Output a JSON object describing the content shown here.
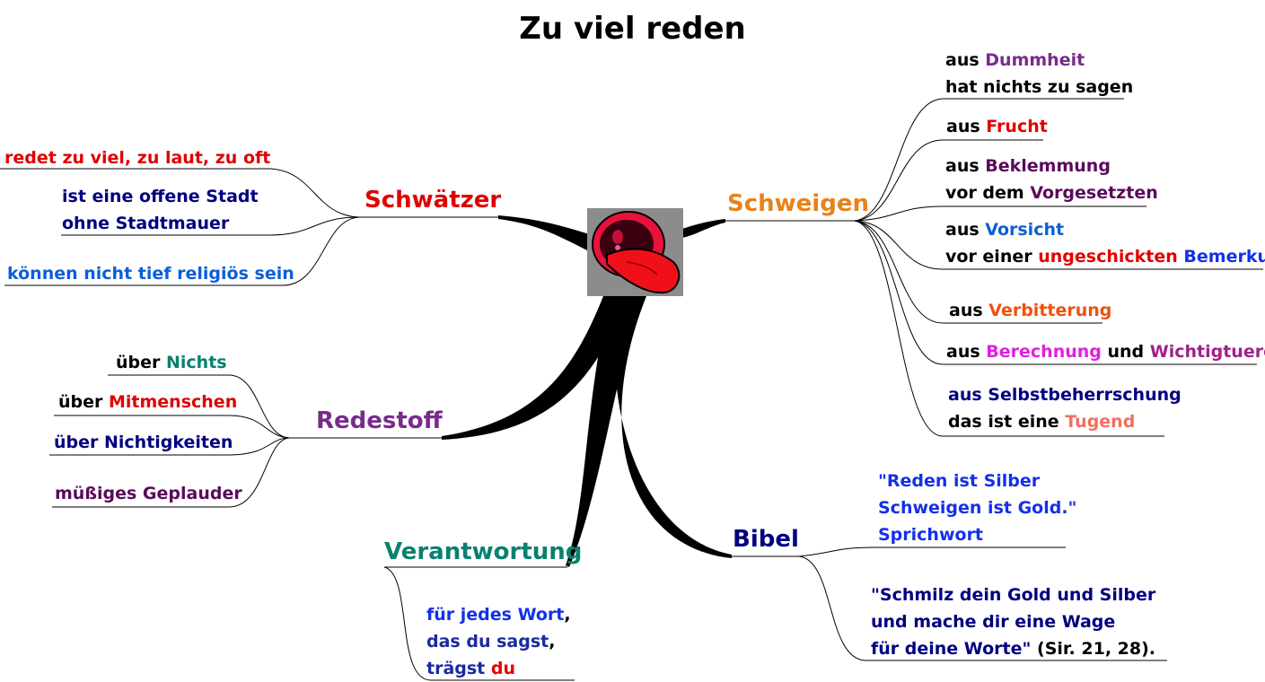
{
  "title": "Zu viel reden",
  "colors": {
    "black": "#000000",
    "red": "#e00000",
    "navy": "#000080",
    "blue": "#0b5fd6",
    "bright_blue": "#1530e8",
    "purple": "#7a2a8c",
    "orange": "#e8821c",
    "teal": "#0a8070",
    "dark_purple": "#5a0a5a",
    "magenta": "#e020e0",
    "violet": "#a0208a",
    "orange_red": "#f05010",
    "salmon": "#f07060",
    "dark_blue": "#1a2aa0"
  },
  "center_icon": "mouth-icon",
  "branches": {
    "schwaetzer": {
      "label": "Schwätzer",
      "color": "#e00000",
      "items": [
        {
          "lines": [
            [
              {
                "t": "redet zu viel, zu laut, zu oft",
                "c": "red"
              }
            ]
          ]
        },
        {
          "lines": [
            [
              {
                "t": "ist eine offene Stadt",
                "c": "navy"
              }
            ],
            [
              {
                "t": "ohne Stadtmauer",
                "c": "navy"
              }
            ]
          ]
        },
        {
          "lines": [
            [
              {
                "t": "können nicht tief religiös sein",
                "c": "blue"
              }
            ]
          ]
        }
      ]
    },
    "redestoff": {
      "label": "Redestoff",
      "color": "#7a2a8c",
      "items": [
        {
          "lines": [
            [
              {
                "t": "über ",
                "c": "black"
              },
              {
                "t": "Nichts",
                "c": "teal"
              }
            ]
          ]
        },
        {
          "lines": [
            [
              {
                "t": "über ",
                "c": "black"
              },
              {
                "t": "Mitmenschen",
                "c": "red"
              }
            ]
          ]
        },
        {
          "lines": [
            [
              {
                "t": "über Nichtigkeiten",
                "c": "navy"
              }
            ]
          ]
        },
        {
          "lines": [
            [
              {
                "t": "müßiges Geplauder",
                "c": "dark_purple"
              }
            ]
          ]
        }
      ]
    },
    "verantwortung": {
      "label": "Verantwortung",
      "color": "#0a8070",
      "items": [
        {
          "lines": [
            [
              {
                "t": "für jedes Wort",
                "c": "bright_blue"
              },
              {
                "t": ",",
                "c": "black"
              }
            ],
            [
              {
                "t": "das du sagst",
                "c": "dark_blue"
              },
              {
                "t": ",",
                "c": "black"
              }
            ],
            [
              {
                "t": "trägst ",
                "c": "dark_blue"
              },
              {
                "t": "du",
                "c": "red"
              }
            ]
          ]
        }
      ]
    },
    "schweigen": {
      "label": "Schweigen",
      "color": "#e8821c",
      "items": [
        {
          "lines": [
            [
              {
                "t": "aus ",
                "c": "black"
              },
              {
                "t": "Dummheit",
                "c": "purple"
              }
            ],
            [
              {
                "t": "hat nichts zu sagen",
                "c": "black"
              }
            ]
          ]
        },
        {
          "lines": [
            [
              {
                "t": "aus ",
                "c": "black"
              },
              {
                "t": "Frucht",
                "c": "red"
              }
            ]
          ]
        },
        {
          "lines": [
            [
              {
                "t": "aus ",
                "c": "black"
              },
              {
                "t": "Beklemmung",
                "c": "dark_purple"
              }
            ],
            [
              {
                "t": "vor dem ",
                "c": "black"
              },
              {
                "t": "Vorgesetzten",
                "c": "dark_purple"
              }
            ]
          ]
        },
        {
          "lines": [
            [
              {
                "t": "aus ",
                "c": "black"
              },
              {
                "t": "Vorsicht",
                "c": "blue"
              }
            ],
            [
              {
                "t": "vor einer ",
                "c": "black"
              },
              {
                "t": "ungeschickten",
                "c": "red"
              },
              {
                "t": " ",
                "c": "black"
              },
              {
                "t": "Bemerkung",
                "c": "bright_blue"
              }
            ]
          ]
        },
        {
          "lines": [
            [
              {
                "t": "aus ",
                "c": "black"
              },
              {
                "t": "Verbitterung",
                "c": "orange_red"
              }
            ]
          ]
        },
        {
          "lines": [
            [
              {
                "t": "aus ",
                "c": "black"
              },
              {
                "t": "Berechnung",
                "c": "magenta"
              },
              {
                "t": " und ",
                "c": "black"
              },
              {
                "t": "Wichtigtuerei",
                "c": "violet"
              }
            ]
          ]
        },
        {
          "lines": [
            [
              {
                "t": "aus Selbstbeherrschung",
                "c": "navy"
              }
            ],
            [
              {
                "t": "das ist eine ",
                "c": "black"
              },
              {
                "t": "Tugend",
                "c": "salmon"
              }
            ]
          ]
        }
      ]
    },
    "bibel": {
      "label": "Bibel",
      "color": "#000080",
      "items": [
        {
          "lines": [
            [
              {
                "t": "\"Reden ist Silber",
                "c": "bright_blue"
              }
            ],
            [
              {
                "t": "Schweigen ist Gold.\"",
                "c": "bright_blue"
              }
            ],
            [
              {
                "t": "Sprichwort",
                "c": "bright_blue"
              }
            ]
          ]
        },
        {
          "lines": [
            [
              {
                "t": "\"Schmilz dein Gold und Silber",
                "c": "navy"
              }
            ],
            [
              {
                "t": "und mache dir eine Wage",
                "c": "navy"
              }
            ],
            [
              {
                "t": "für deine Worte\"",
                "c": "navy"
              },
              {
                "t": " (Sir. 21, 28).",
                "c": "black"
              }
            ]
          ]
        }
      ]
    }
  }
}
